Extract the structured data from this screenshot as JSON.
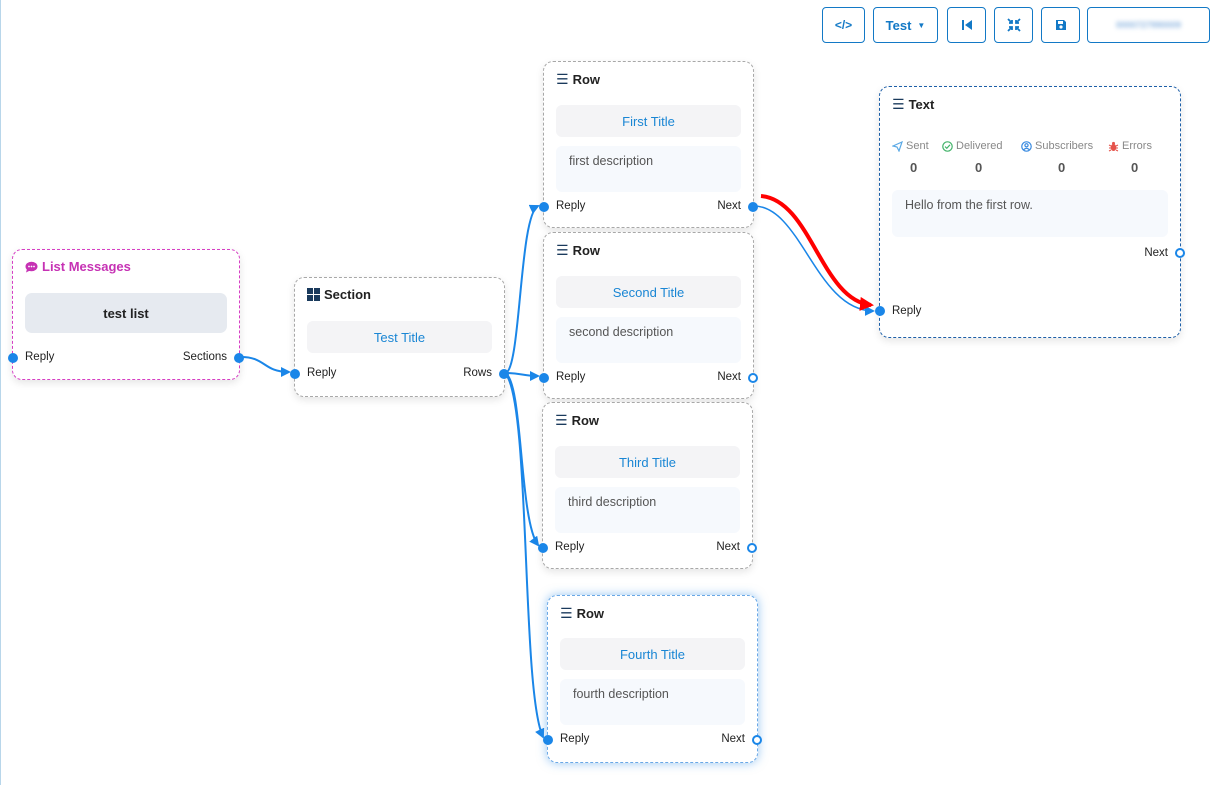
{
  "toolbar": {
    "code_label": "</>",
    "test_label": "Test",
    "blurred_label": "0000727990009"
  },
  "list_node": {
    "title": "List Messages",
    "button": "test list",
    "port_in": "Reply",
    "port_out": "Sections"
  },
  "section_node": {
    "title": "Section",
    "pill": "Test Title",
    "port_in": "Reply",
    "port_out": "Rows"
  },
  "rows": [
    {
      "title": "Row",
      "pill": "First Title",
      "desc": "first description",
      "port_in": "Reply",
      "port_out": "Next"
    },
    {
      "title": "Row",
      "pill": "Second Title",
      "desc": "second description",
      "port_in": "Reply",
      "port_out": "Next"
    },
    {
      "title": "Row",
      "pill": "Third Title",
      "desc": "third description",
      "port_in": "Reply",
      "port_out": "Next"
    },
    {
      "title": "Row",
      "pill": "Fourth Title",
      "desc": "fourth description",
      "port_in": "Reply",
      "port_out": "Next"
    }
  ],
  "text_node": {
    "title": "Text",
    "stats": [
      {
        "label": "Sent",
        "value": "0",
        "icon": "paper-plane-icon",
        "color": "#5aa9e6"
      },
      {
        "label": "Delivered",
        "value": "0",
        "icon": "check-circle-icon",
        "color": "#43b36a"
      },
      {
        "label": "Subscribers",
        "value": "0",
        "icon": "user-circle-icon",
        "color": "#3a8be0"
      },
      {
        "label": "Errors",
        "value": "0",
        "icon": "bug-icon",
        "color": "#e5534b"
      }
    ],
    "message": "Hello from the first row.",
    "port_out": "Next",
    "port_in": "Reply"
  },
  "colors": {
    "accent": "#1a86e8",
    "highlight_edge": "#ff0000",
    "list_border": "#d63ec4",
    "text_node_border": "#1d5fa8"
  }
}
